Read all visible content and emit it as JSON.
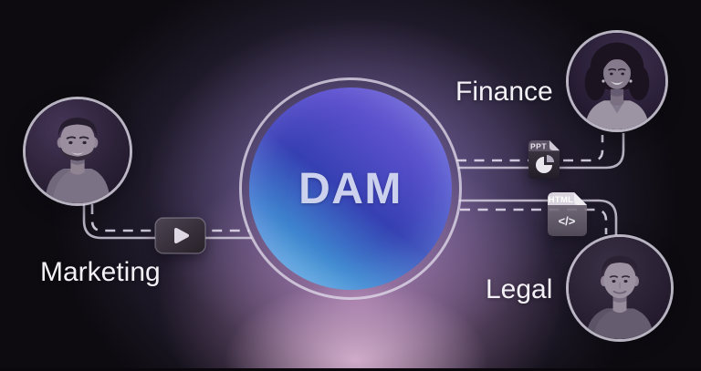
{
  "hub": {
    "label": "DAM"
  },
  "nodes": [
    {
      "id": "marketing",
      "label": "Marketing",
      "asset": "video",
      "icon": "video-play-icon"
    },
    {
      "id": "finance",
      "label": "Finance",
      "asset": "presentation",
      "icon": "ppt-file-icon",
      "badge": "PPT"
    },
    {
      "id": "legal",
      "label": "Legal",
      "asset": "webpage",
      "icon": "html-file-icon",
      "badge": "HTML"
    }
  ],
  "colors": {
    "background_base": "#0d0b10",
    "glow_purple": "#8c79bd",
    "glow_pink": "#cd96c6",
    "hub_gradient": [
      "#8678de",
      "#3640b2",
      "#8fd9f2"
    ],
    "ring": "#ded8e8",
    "connector": "#d8d2e2",
    "label_text": "#f3f1f6",
    "hub_text": "#ccd2ee"
  }
}
